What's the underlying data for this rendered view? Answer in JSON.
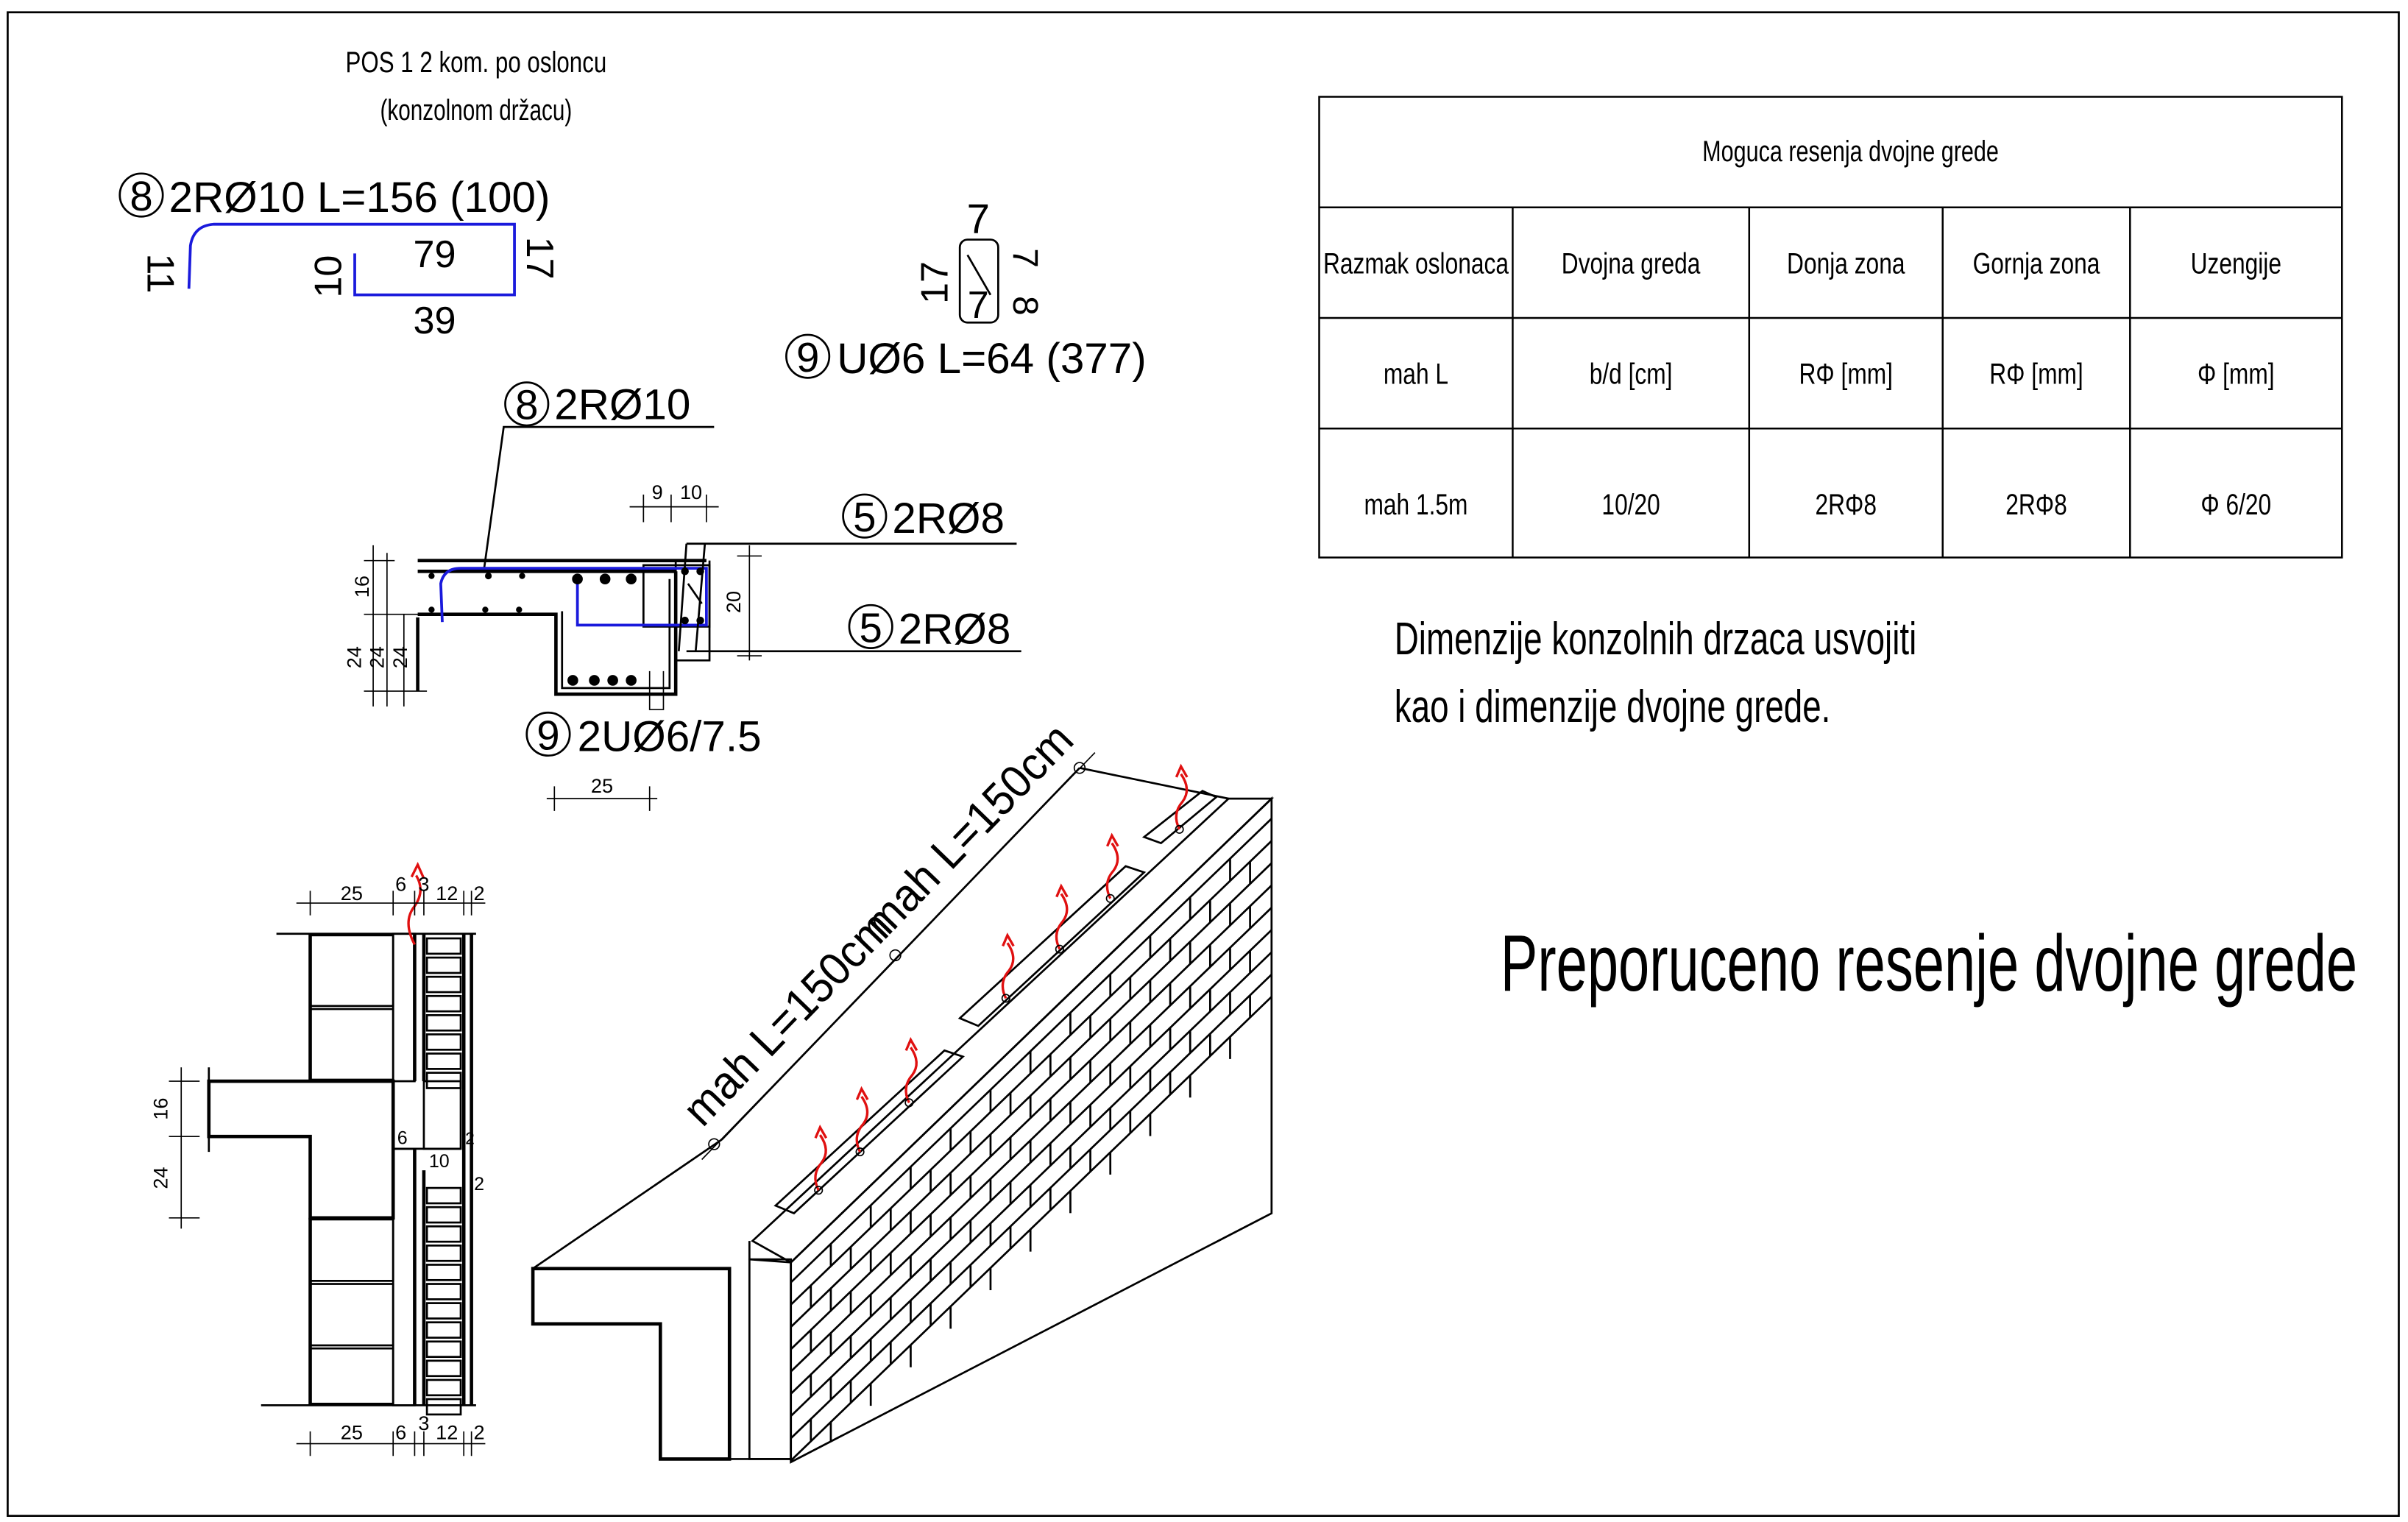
{
  "header": {
    "pos_line1": "POS 1  2 kom. po osloncu",
    "pos_line2": "(konzolnom držacu)"
  },
  "bar8": {
    "mark": "8",
    "label": "2RØ10 L=156 (100)",
    "dims": {
      "left": "11",
      "inner": "10",
      "top": "79",
      "right": "17",
      "bottom": "39"
    }
  },
  "stirrup9": {
    "mark": "9",
    "label": "UØ6 L=64 (377)",
    "dims": {
      "top": "7",
      "left": "17",
      "inner": "7",
      "right_a": "7",
      "right_b": "8"
    }
  },
  "section": {
    "bar8_mark": "8",
    "bar8_label": "2RØ10",
    "bar5a_mark": "5",
    "bar5a_label": "2RØ8",
    "bar5b_mark": "5",
    "bar5b_label": "2RØ8",
    "stirrup_mark": "9",
    "stirrup_label": "2UØ6/7.5",
    "dims": {
      "d9": "9",
      "d10": "10",
      "d20": "20",
      "d16": "16",
      "d24a": "24",
      "d24b": "24",
      "d24c": "24",
      "d25": "25"
    }
  },
  "wall": {
    "top_dims": [
      "25",
      "6",
      "3",
      "12",
      "2"
    ],
    "bottom_dims": [
      "25",
      "6",
      "3",
      "12",
      "2"
    ],
    "left_dims": [
      "16",
      "24"
    ],
    "inner_dims": [
      "6",
      "10",
      "2",
      "2"
    ]
  },
  "iso": {
    "span1": "mah L=150cm",
    "span2": "mah L=150cm"
  },
  "table": {
    "title": "Moguca resenja dvojne grede",
    "headers": [
      "Razmak oslonaca",
      "Dvojna greda",
      "Donja zona",
      "Gornja zona",
      "Uzengije"
    ],
    "units": [
      "mah L",
      "b/d [cm]",
      "RΦ [mm]",
      "RΦ [mm]",
      "Φ [mm]"
    ],
    "values": [
      "mah 1.5m",
      "10/20",
      "2RΦ8",
      "2RΦ8",
      "Φ 6/20"
    ]
  },
  "notes": {
    "line1": "Dimenzije konzolnih drzaca usvojiti",
    "line2": "kao i dimenzije dvojne grede.",
    "recommended": "Preporuceno resenje dvojne grede"
  },
  "colors": {
    "rebar": "#1a1adc",
    "anchor": "#e01010",
    "line": "#000000"
  }
}
